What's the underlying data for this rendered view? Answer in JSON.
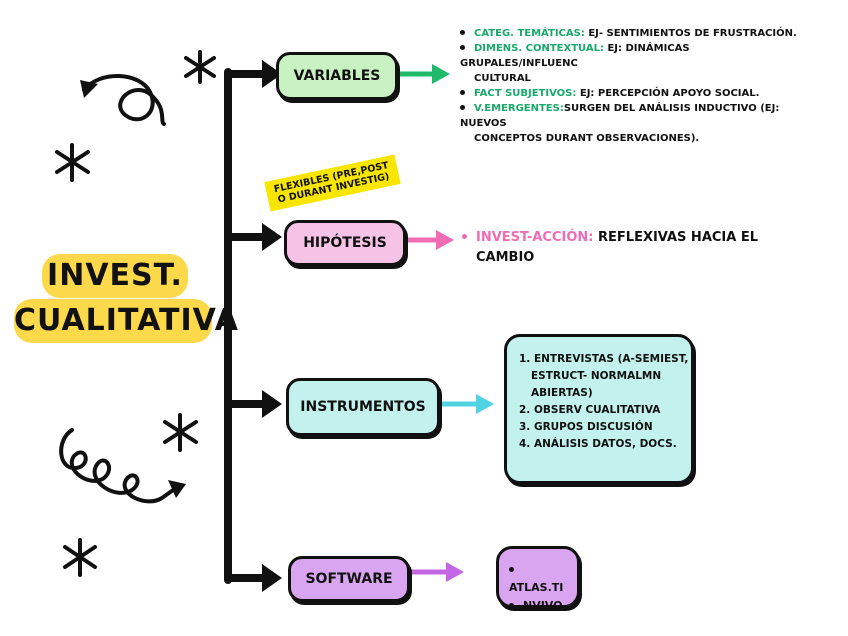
{
  "title": {
    "line1": "INVEST.",
    "line2": "CUALITATIVA"
  },
  "nodes": {
    "variables": "VARIABLES",
    "hipotesis": "HIPÓTESIS",
    "instrumentos": "INSTRUMENTOS",
    "software": "SOFTWARE"
  },
  "sticker": {
    "line1": "FLEXIBLES (PRE,POST",
    "line2": "O DURANT INVESTIG)"
  },
  "variables_list": [
    {
      "key": "CATEG. TEMÁTICAS:",
      "text": " EJ- SENTIMIENTOS DE FRUSTRACIÓN."
    },
    {
      "key": "DIMENS. CONTEXTUAL:",
      "text": " EJ: DINÁMICAS GRUPALES/INFLUENC",
      "cont": "CULTURAL"
    },
    {
      "key": "FACT SUBJETIVOS:",
      "text": " EJ: PERCEPCIÓN APOYO SOCIAL."
    },
    {
      "key": "V.EMERGENTES:",
      "text": "SURGEN DEL ANÁLISIS INDUCTIVO (EJ: NUEVOS",
      "cont": "CONCEPTOS DURANT OBSERVACIONES)."
    }
  ],
  "hipotesis_item": {
    "key": "INVEST-ACCIÓN:",
    "text": " REFLEXIVAS HACIA EL",
    "cont": "CAMBIO"
  },
  "instrumentos_list": [
    "1. ENTREVISTAS (A-SEMIEST,",
    "ESTRUCT- NORMALMN ABIERTAS)",
    "2. OBSERV CUALITATIVA",
    "3. GRUPOS DISCUSIÓN",
    "4. ANÁLISIS DATOS, DOCS."
  ],
  "software_list": [
    "ATLAS.TI",
    "NVIVO"
  ],
  "colors": {
    "title_bg": "#fcd94a",
    "variables": "#c9f2c3",
    "hipotesis": "#f6c3e6",
    "instrumentos": "#c3f1ee",
    "software": "#d9a5f0",
    "arrow_green": "#1fbb6b",
    "arrow_pink": "#f06cb4",
    "arrow_cyan": "#4fd3e0",
    "arrow_purple": "#c566e4"
  }
}
